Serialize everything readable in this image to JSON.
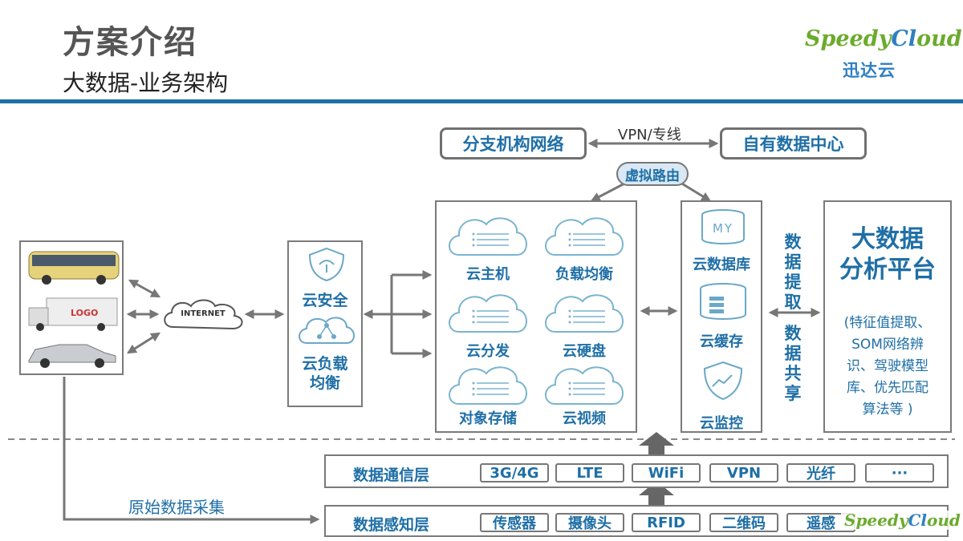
{
  "header": {
    "title": "方案介绍",
    "subtitle": "大数据-业务架构",
    "brand_en_a": "Speedy",
    "brand_en_b": "Cl",
    "brand_en_c": "oud",
    "brand_cn": "迅达云"
  },
  "top": {
    "branch_network": "分支机构网络",
    "link_label": "VPN/专线",
    "own_datacenter": "自有数据中心",
    "virtual_router": "虚拟路由"
  },
  "vehicles": {
    "truck_logo": "LOGO"
  },
  "internet": "INTERNET",
  "security": {
    "cloud_security": "云安全",
    "cloud_lb_line1": "云负载",
    "cloud_lb_line2": "均衡"
  },
  "cloud_services": [
    {
      "label": "云主机"
    },
    {
      "label": "负载均衡"
    },
    {
      "label": "云分发"
    },
    {
      "label": "云硬盘"
    },
    {
      "label": "对象存储"
    },
    {
      "label": "云视频"
    }
  ],
  "data_services": {
    "db_icon_text": "MY",
    "db": "云数据库",
    "cache": "云缓存",
    "monitor": "云监控"
  },
  "exchange": {
    "extract": "数据提取",
    "share": "数据共享"
  },
  "analytics": {
    "title_line1": "大数据",
    "title_line2": "分析平台",
    "desc_lines": [
      "(特征值提取、",
      "SOM网络辨",
      "识、驾驶模型",
      "库、优先匹配",
      "算法等 )"
    ]
  },
  "comm_layer": {
    "label": "数据通信层",
    "chips": [
      "3G/4G",
      "LTE",
      "WiFi",
      "VPN",
      "光纤",
      "···"
    ]
  },
  "sense_layer": {
    "label": "数据感知层",
    "chips": [
      "传感器",
      "摄像头",
      "RFID",
      "二维码",
      "遥感"
    ],
    "watermark_a": "Speedy",
    "watermark_b": "Cl",
    "watermark_c": "oud"
  },
  "raw_collect": "原始数据采集",
  "colors": {
    "accent_blue": "#1f6fa6",
    "brand_green": "#6bab2d",
    "border_gray": "#7a7a7a"
  }
}
